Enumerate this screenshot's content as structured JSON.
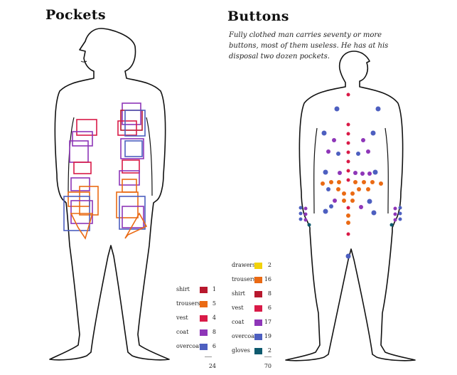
{
  "pockets": {
    "title": "Pockets",
    "legend": [
      {
        "label": "shirt",
        "count": "1",
        "color": "#b8182e"
      },
      {
        "label": "trousers",
        "count": "5",
        "color": "#ea6a14"
      },
      {
        "label": "vest",
        "count": "4",
        "color": "#d91a47"
      },
      {
        "label": "coat",
        "count": "8",
        "color": "#8e36b8"
      },
      {
        "label": "overcoat",
        "count": "6",
        "color": "#4d5fc0"
      }
    ],
    "total": "24"
  },
  "buttons": {
    "title": "Buttons",
    "subtitle": "Fully clothed man carries seventy or more buttons, most of them useless. He has at his disposal two dozen pockets.",
    "legend": [
      {
        "label": "drawers",
        "count": "2",
        "color": "#f2d20a"
      },
      {
        "label": "trousers",
        "count": "16",
        "color": "#ea6a14"
      },
      {
        "label": "shirt",
        "count": "8",
        "color": "#b8182e"
      },
      {
        "label": "vest",
        "count": "6",
        "color": "#d91a47"
      },
      {
        "label": "coat",
        "count": "17",
        "color": "#8e36b8"
      },
      {
        "label": "overcoat",
        "count": "19",
        "color": "#4d5fc0"
      },
      {
        "label": "gloves",
        "count": "2",
        "color": "#0e5a6e"
      }
    ],
    "total": "70"
  }
}
